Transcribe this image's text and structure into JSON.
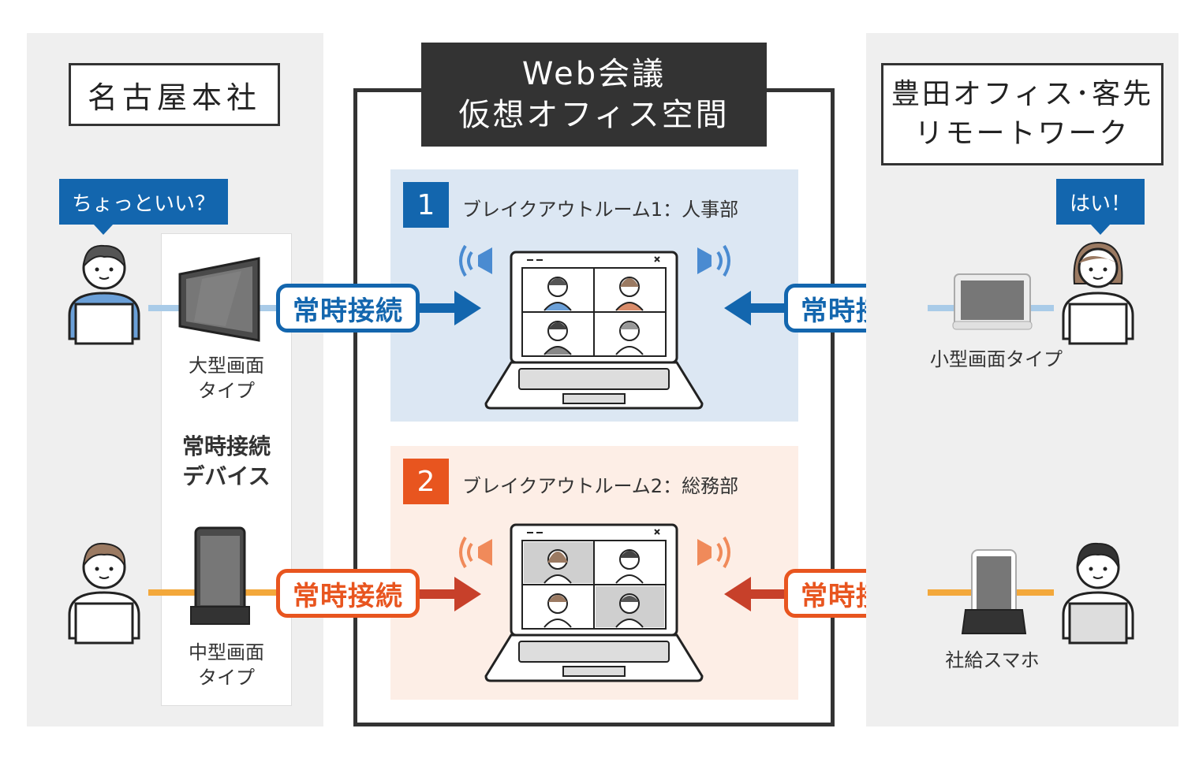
{
  "left": {
    "title": "名古屋本社",
    "bubble": "ちょっといい？",
    "devices": [
      {
        "label_l1": "大型画面",
        "label_l2": "タイプ"
      },
      {
        "label_l1": "中型画面",
        "label_l2": "タイプ"
      }
    ],
    "strip_label_l1": "常時接続",
    "strip_label_l2": "デバイス"
  },
  "center": {
    "title_l1": "Web会議",
    "title_l2": "仮想オフィス空間",
    "rooms": [
      {
        "number": "1",
        "label": "ブレイクアウトルーム1：人事部"
      },
      {
        "number": "2",
        "label": "ブレイクアウトルーム2：総務部"
      }
    ]
  },
  "right": {
    "title_l1": "豊田オフィス･客先",
    "title_l2": "リモートワーク",
    "bubble": "はい！",
    "devices": [
      {
        "label": "小型画面タイプ"
      },
      {
        "label": "社給スマホ"
      }
    ]
  },
  "connections": [
    {
      "label": "常時接続"
    },
    {
      "label": "常時接続"
    },
    {
      "label": "常時接続"
    },
    {
      "label": "常時接続"
    }
  ],
  "colors": {
    "blue": "#1366ae",
    "orange": "#e8551f",
    "panel": "#efefef",
    "dark": "#333333",
    "room_blue": "#dce7f3",
    "room_orange": "#fdeee6",
    "line_blue": "#a9cbe8",
    "line_orange": "#f3a83b"
  }
}
